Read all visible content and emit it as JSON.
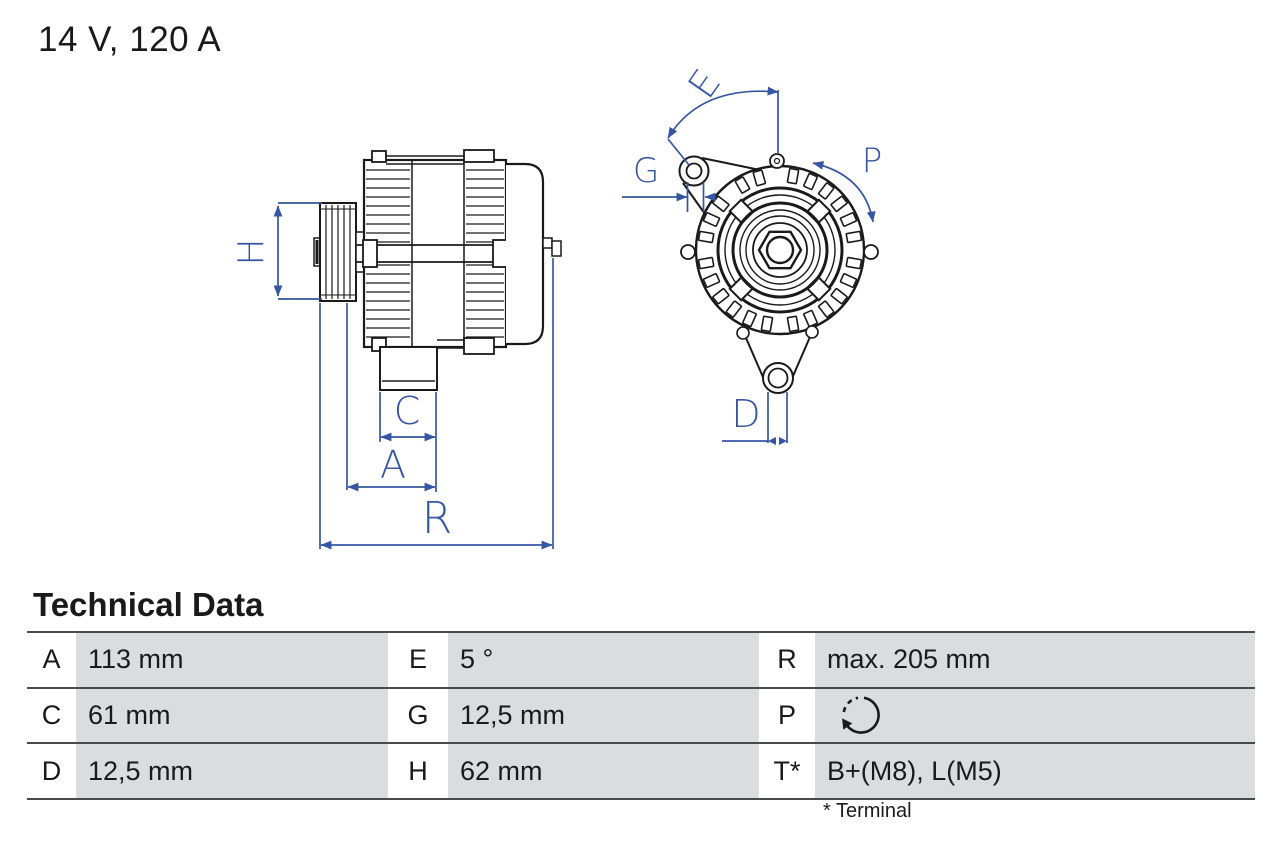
{
  "header": {
    "rating": "14 V, 120 A"
  },
  "drawings": {
    "side_view": {
      "dim_labels": {
        "H": "H",
        "C": "C",
        "A": "A",
        "R": "R"
      }
    },
    "front_view": {
      "dim_labels": {
        "E": "E",
        "G": "G",
        "P": "P",
        "D": "D"
      }
    }
  },
  "technical_data": {
    "title": "Technical Data",
    "rows": [
      {
        "cells": [
          {
            "label": "A",
            "value": "113 mm"
          },
          {
            "label": "E",
            "value": "5 °"
          },
          {
            "label": "R",
            "value": "max. 205 mm"
          }
        ]
      },
      {
        "cells": [
          {
            "label": "C",
            "value": "61 mm"
          },
          {
            "label": "G",
            "value": "12,5 mm"
          },
          {
            "label": "P",
            "value": "",
            "icon": "rotation-clockwise-icon"
          }
        ]
      },
      {
        "cells": [
          {
            "label": "D",
            "value": "12,5 mm"
          },
          {
            "label": "H",
            "value": "62 mm"
          },
          {
            "label": "T*",
            "value": "B+(M8), L(M5)"
          }
        ]
      }
    ],
    "footnote": "* Terminal"
  },
  "colors": {
    "dimension_blue": "#3656a4",
    "table_value_bg": "#dbdcdd",
    "line_black": "#1a1a1a",
    "separator_gray": "#4a4a4a"
  }
}
